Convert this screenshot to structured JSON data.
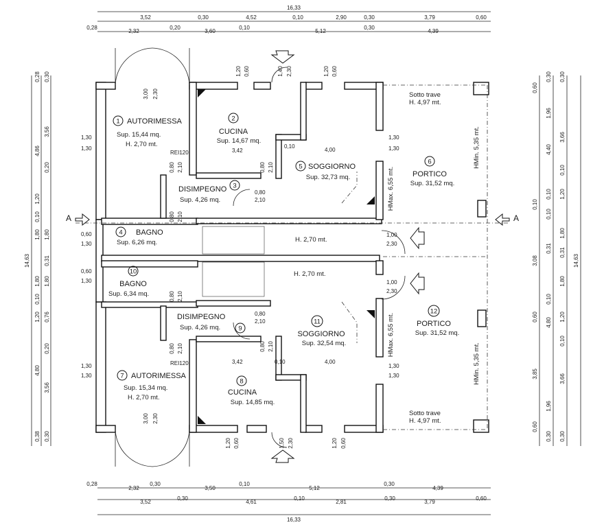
{
  "dimensions": {
    "top_overall": "16,33",
    "top_row1": [
      "3,52",
      "0,30",
      "4,52",
      "0,10",
      "2,90",
      "0,30",
      "3,79",
      "0,60"
    ],
    "top_row2": [
      "0,28",
      "2,32",
      "0,20",
      "3,60",
      "0,10",
      "5,12",
      "0,30",
      "4,39"
    ],
    "bottom_row1": [
      "0,28",
      "2,32",
      "0,30",
      "3,50",
      "0,10",
      "5,12",
      "0,30",
      "4,39"
    ],
    "bottom_row2": [
      "3,52",
      "0,30",
      "4,61",
      "0,10",
      "2,81",
      "0,30",
      "3,79",
      "0,60"
    ],
    "bottom_overall": "16,33",
    "left_overall": "14,63",
    "left_outer": [
      "0,28",
      "3,56",
      "0,20",
      "1,80",
      "0,31",
      "0,76",
      "0,20",
      "3,56",
      "0,38"
    ],
    "left_inner": [
      "0,30",
      "4,86",
      "1,20",
      "0,10",
      "1,80",
      "1,80",
      "0,10",
      "1,20",
      "4,80",
      "0,30"
    ],
    "right_overall": "14,63",
    "right_outer": [
      "0,30",
      "3,66",
      "0,10",
      "1,80",
      "0,31",
      "3,08",
      "0,60",
      "3,85",
      "3,66",
      "0,30"
    ],
    "right_inner": [
      "0,60",
      "1,96",
      "4,40",
      "0,10",
      "1,20",
      "1,80",
      "0,10",
      "1,20",
      "4,80",
      "0,10",
      "1,96",
      "0,60"
    ],
    "section_mark": "A"
  },
  "rooms": [
    {
      "number": "1",
      "name": "AUTORIMESSA",
      "sup": "Sup. 15,44 mq.",
      "height": "H. 2,70 mt."
    },
    {
      "number": "2",
      "name": "CUCINA",
      "sup": "Sup. 14,67 mq."
    },
    {
      "number": "3",
      "name": "DISIMPEGNO",
      "sup": "Sup. 4,26 mq."
    },
    {
      "number": "4",
      "name": "BAGNO",
      "sup": "Sup. 6,26 mq."
    },
    {
      "number": "5",
      "name": "SOGGIORNO",
      "sup": "Sup. 32,73 mq."
    },
    {
      "number": "6",
      "name": "PORTICO",
      "sup": "Sup. 31,52 mq."
    },
    {
      "number": "7",
      "name": "AUTORIMESSA",
      "sup": "Sup. 15,34 mq.",
      "height": "H. 2,70 mt."
    },
    {
      "number": "8",
      "name": "CUCINA",
      "sup": "Sup. 14,85 mq."
    },
    {
      "number": "9",
      "name": "DISIMPEGNO",
      "sup": "Sup. 4,26 mq."
    },
    {
      "number": "10",
      "name": "BAGNO",
      "sup": "Sup. 6,34 mq."
    },
    {
      "number": "11",
      "name": "SOGGIORNO",
      "sup": "Sup. 32,54 mq."
    },
    {
      "number": "12",
      "name": "PORTICO",
      "sup": "Sup. 31,52 mq."
    }
  ],
  "notes": {
    "sotto_trave": "Sotto trave",
    "h_trave": "H. 4,97 mt.",
    "h_stair": "H. 2,70 mt.",
    "hmax": "HMax. 6,55 mt.",
    "hmin": "HMin. 5,35 mt.",
    "rei": "REI120",
    "dim_342": "3,42",
    "dim_400": "4,00",
    "dim_010": "0,10"
  },
  "openings": {
    "o_300_230": [
      "3,00",
      "2,30"
    ],
    "o_120_060": [
      "1,20",
      "0,60"
    ],
    "o_140_230": [
      "1,40",
      "2,30"
    ],
    "o_150_230": [
      "1,50",
      "2,30"
    ],
    "o_130_130": [
      "1,30",
      "1,30"
    ],
    "o_080_210": [
      "0,80",
      "2,10"
    ],
    "o_060_130": [
      "0,60",
      "1,30"
    ],
    "o_100_230": [
      "1,00",
      "2,30"
    ]
  }
}
